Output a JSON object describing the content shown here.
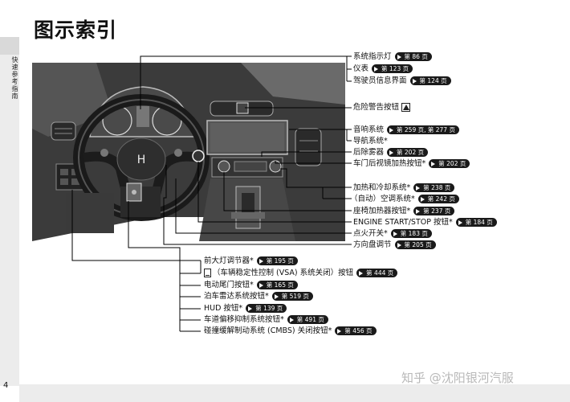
{
  "page": {
    "title": "图示索引",
    "side_label": "快速参考指南",
    "page_number": "4",
    "watermark": "知乎 @沈阳银河汽服"
  },
  "labels_right": [
    {
      "text": "系统指示灯",
      "ref": "第 86 页"
    },
    {
      "text": "仪表",
      "ref": "第 123 页"
    },
    {
      "text": "驾驶员信息界面",
      "ref": "第 124 页"
    },
    {
      "text": "危险警告按钮",
      "ref": ""
    },
    {
      "text": "音响系统",
      "ref": "第 259 页, 第 277 页"
    },
    {
      "text": "导航系统*",
      "ref": ""
    },
    {
      "text": "后除雾器",
      "ref": "第 202 页"
    },
    {
      "text": "车门后视镜加热按钮*",
      "ref": "第 202 页"
    },
    {
      "text": "加热和冷却系统*",
      "ref": "第 238 页"
    },
    {
      "text": "（自动）空调系统*",
      "ref": "第 242 页"
    },
    {
      "text": "座椅加热器按钮*",
      "ref": "第 237 页"
    },
    {
      "text": "ENGINE START/STOP 按钮*",
      "ref": "第 184 页"
    },
    {
      "text": "点火开关*",
      "ref": "第 183 页"
    },
    {
      "text": "方向盘调节",
      "ref": "第 205 页"
    }
  ],
  "labels_bottom": [
    {
      "text": "前大灯调节器*",
      "ref": "第 195 页"
    },
    {
      "text": "（车辆稳定性控制 (VSA) 系统关闭）按钮",
      "ref": "第 444 页"
    },
    {
      "text": "电动尾门按钮*",
      "ref": "第 165 页"
    },
    {
      "text": "泊车雷达系统按钮*",
      "ref": "第 519 页"
    },
    {
      "text": "HUD 按钮*",
      "ref": "第 139 页"
    },
    {
      "text": "车道偏移抑制系统按钮*",
      "ref": "第 491 页"
    },
    {
      "text": "碰撞缓解制动系统 (CMBS) 关闭按钮*",
      "ref": "第 456 页"
    }
  ],
  "icons": {
    "hazard": "hazard-triangle-icon",
    "vsa": "vsa-off-icon",
    "ref_arrow": "arrow-right-icon"
  }
}
